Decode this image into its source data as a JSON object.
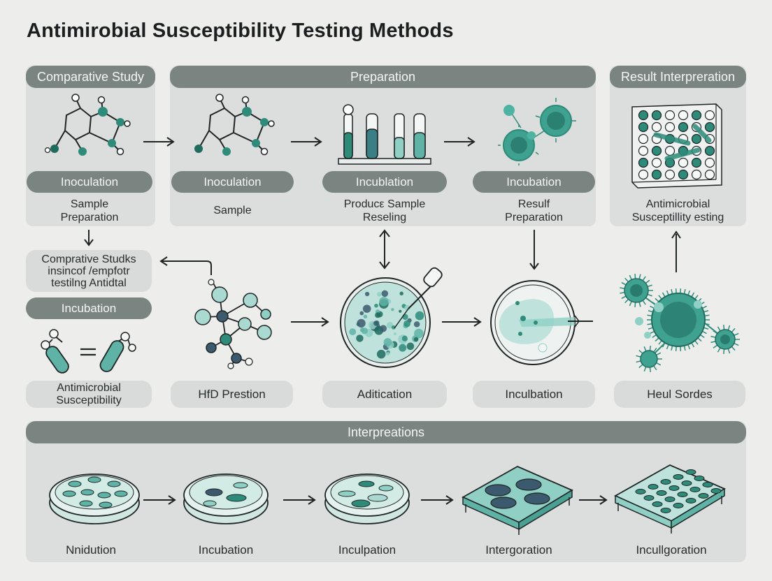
{
  "title": "Antimirobial Susceptibility Testing Methods",
  "colors": {
    "teal": "#2e8b7a",
    "teal_dark": "#1f6b5e",
    "teal_light": "#8fcfc4",
    "navy": "#3c5a6e",
    "pill_grey": "#7a8582",
    "panel_grey": "#dcdedd"
  },
  "top_row": {
    "comparative_header": "Comparative Study",
    "preparation_header": "Preparation",
    "result_header": "Result Interpreration",
    "pill_1": "Inoculation",
    "label_1": "Sample\nPreparation",
    "pill_2": "Inoculation",
    "label_2": "Sample",
    "pill_3": "Incublation",
    "label_3": "Producε Sample\nReseling",
    "pill_4": "Incubation",
    "label_4": "Resulf\nPreparation",
    "label_5": "Antimicrobial\nSusceptillity esting"
  },
  "middle_row": {
    "note": "Comprative Studks\ninsincof /empfotr\ntestilng Antidtal",
    "incubation_pill": "Incubation",
    "label_1": "Antimicrobial\nSusceptibility",
    "label_2": "HfD Prestion",
    "label_3": "Aditication",
    "label_4": "Inculbation",
    "label_5": "Heul Sordes"
  },
  "bottom_row": {
    "header": "Interpreations",
    "labels": [
      "Nnidution",
      "Incubation",
      "Inculpation",
      "Intergoration",
      "Incullgoration"
    ]
  }
}
